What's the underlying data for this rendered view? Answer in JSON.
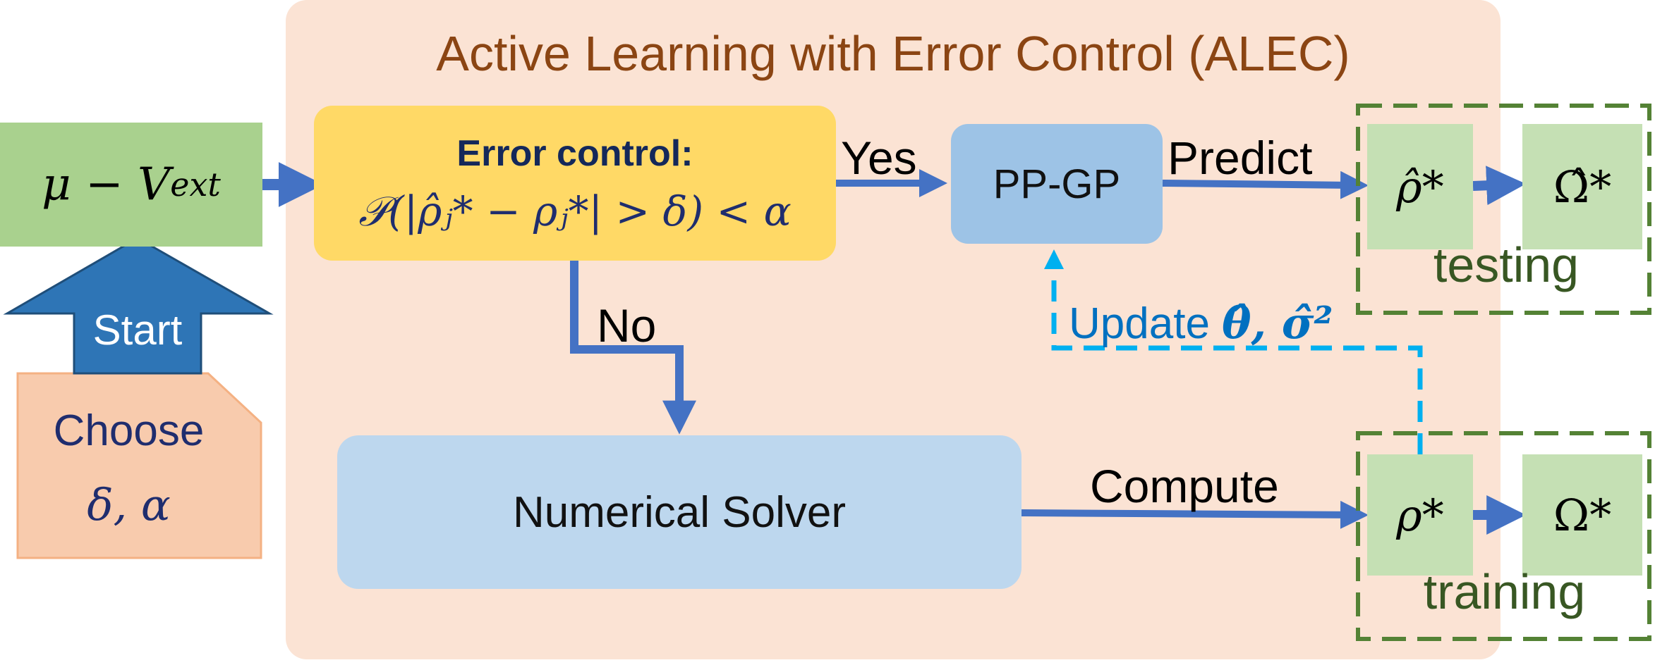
{
  "title": "Active Learning with Error Control (ALEC)",
  "input": {
    "label_main": "μ − V",
    "label_sup": "ext"
  },
  "start": {
    "label": "Start"
  },
  "choose": {
    "label": "Choose",
    "params": "δ, α"
  },
  "error_control": {
    "title": "Error control:",
    "formula": "𝒫(|ρ̂ⱼ* − ρⱼ*| > δ) < α"
  },
  "ppgp": {
    "label": "PP-GP"
  },
  "solver": {
    "label": "Numerical Solver"
  },
  "edges": {
    "yes": "Yes",
    "no": "No",
    "predict": "Predict",
    "compute": "Compute",
    "update": "Update",
    "update_params": "θ̂, σ̂²"
  },
  "testing": {
    "label": "testing",
    "rho": "ρ̂*",
    "omega": "Ω̂*"
  },
  "training": {
    "label": "training",
    "rho": "ρ*",
    "omega": "Ω*"
  },
  "colors": {
    "panel": "#fbe3d4",
    "title": "#8b4513",
    "arrow": "#4472c4",
    "update_arrow": "#00b0f0",
    "dashed_group": "#548235",
    "yellow_box": "#ffd966",
    "green_box": "#a9d18e",
    "light_green": "#c5e0b4",
    "blue_box": "#9dc3e6",
    "light_blue_box": "#bdd7ee",
    "peach_box": "#f8cbad"
  }
}
